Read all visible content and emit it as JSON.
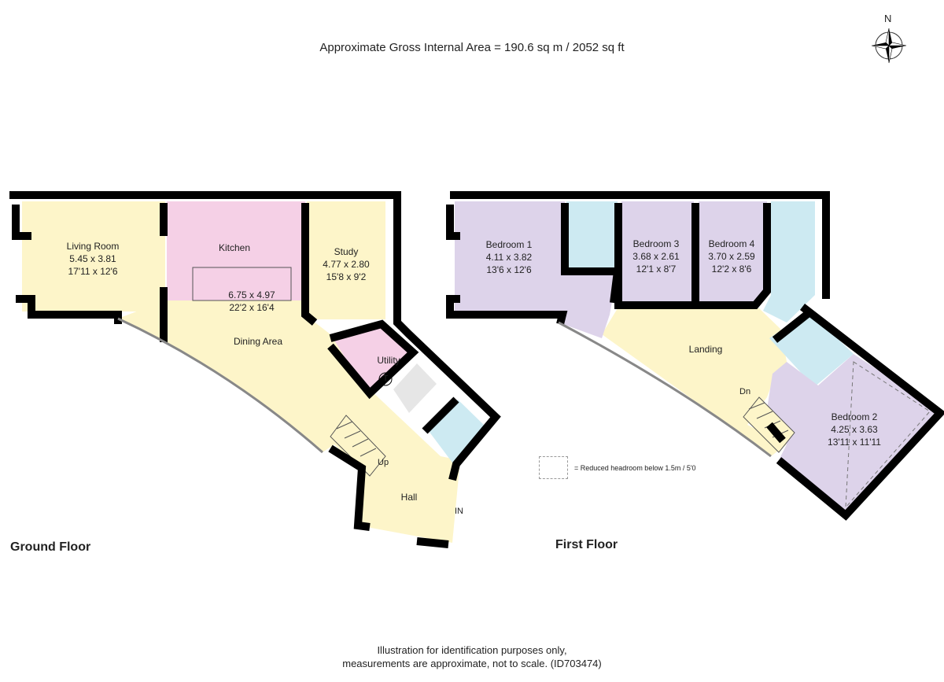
{
  "header": {
    "title": "Approximate Gross Internal Area = 190.6 sq m / 2052 sq ft"
  },
  "compass": {
    "label": "N"
  },
  "colors": {
    "living": "#fdf5c9",
    "kitchen": "#f5d0e6",
    "bedroom": "#ddd3ea",
    "bathroom": "#cdeaf2",
    "cupboard": "#e6e6e6",
    "wall": "#000000"
  },
  "ground_floor": {
    "title": "Ground Floor",
    "rooms": [
      {
        "name": "Living Room",
        "metric": "5.45 x 3.81",
        "imperial": "17'11 x 12'6"
      },
      {
        "name": "Kitchen",
        "metric": "6.75 x 4.97",
        "imperial": "22'2 x 16'4"
      },
      {
        "name": "Study",
        "metric": "4.77 x 2.80",
        "imperial": "15'8 x 9'2"
      },
      {
        "name": "Dining Area"
      },
      {
        "name": "Utility"
      },
      {
        "name": "Hall"
      }
    ],
    "labels": {
      "up": "Up",
      "entrance": "IN",
      "tank": "T"
    }
  },
  "first_floor": {
    "title": "First Floor",
    "rooms": [
      {
        "name": "Bedroom 1",
        "metric": "4.11 x 3.82",
        "imperial": "13'6 x 12'6"
      },
      {
        "name": "Bedroom 3",
        "metric": "3.68 x 2.61",
        "imperial": "12'1 x 8'7"
      },
      {
        "name": "Bedroom 4",
        "metric": "3.70 x 2.59",
        "imperial": "12'2 x 8'6"
      },
      {
        "name": "Landing"
      },
      {
        "name": "Bedroom 2",
        "metric": "4.25 x 3.63",
        "imperial": "13'11 x 11'11"
      }
    ],
    "labels": {
      "down": "Dn"
    }
  },
  "legend": {
    "text": "= Reduced headroom below 1.5m / 5'0"
  },
  "disclaimer": {
    "line1": "Illustration for identification purposes only,",
    "line2": "measurements are approximate, not to scale. (ID703474)"
  }
}
